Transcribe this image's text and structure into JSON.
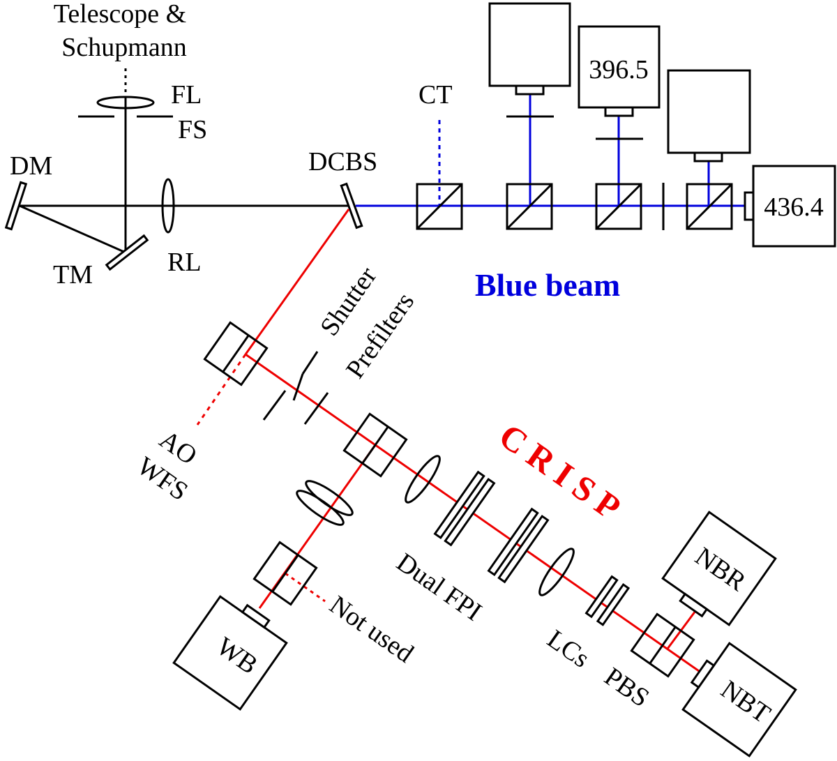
{
  "labels": {
    "telescope_line1": "Telescope &",
    "telescope_line2": "Schupmann",
    "fl": "FL",
    "fs": "FS",
    "dm": "DM",
    "tm": "TM",
    "rl": "RL",
    "dcbs": "DCBS",
    "ct": "CT",
    "cam_396": "396.5",
    "cam_436": "436.4",
    "blue_beam": "Blue beam",
    "shutter": "Shutter",
    "prefilters": "Prefilters",
    "ao": "AO",
    "wfs": "WFS",
    "crisp": "CRISP",
    "dual_fpi": "Dual FPI",
    "not_used": "Not used",
    "lcs": "LCs",
    "pbs": "PBS",
    "wb": "WB",
    "nbr": "NBR",
    "nbt": "NBT"
  },
  "colors": {
    "black_beam": "#000000",
    "blue_beam": "#0000dd",
    "red_beam": "#ee0000"
  }
}
